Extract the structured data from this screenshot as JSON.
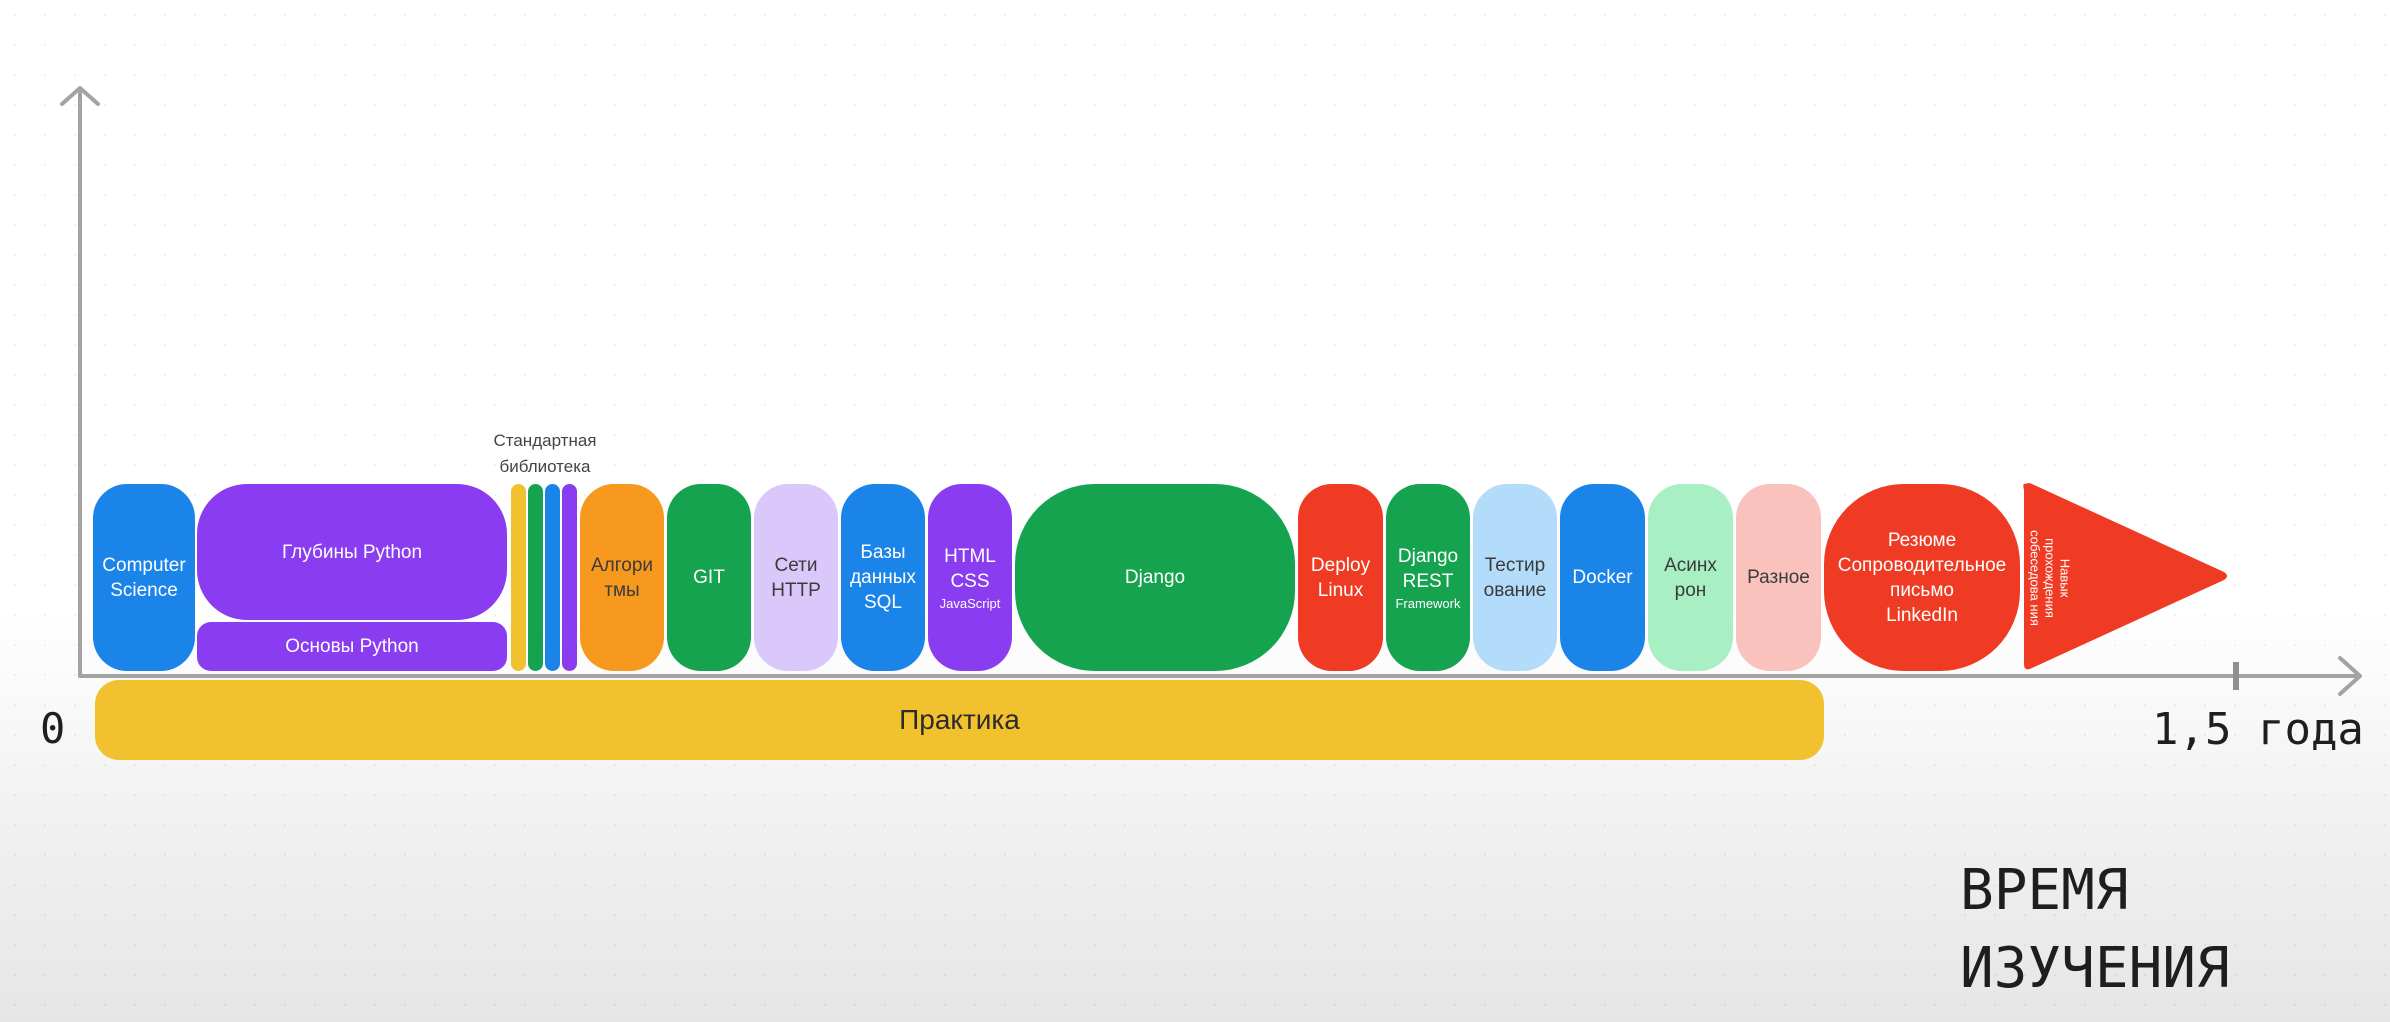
{
  "axis": {
    "origin_label": "0",
    "end_label": "1,5 года",
    "title_line1": "ВРЕМЯ",
    "title_line2": "ИЗУЧЕНИЯ"
  },
  "practice_label": "Практика",
  "stdlib_label_line1": "Стандартная",
  "stdlib_label_line2": "библиотека",
  "blocks": {
    "computer_science": {
      "line1": "Computer",
      "line2": "Science",
      "color": "#1a84e8"
    },
    "python_depths": {
      "line1": "Глубины Python",
      "color": "#8a3cf0"
    },
    "python_basics": {
      "line1": "Основы Python",
      "color": "#8a3cf0"
    },
    "algorithms": {
      "line1": "Алгори",
      "line2": "тмы",
      "color": "#f7991f"
    },
    "git": {
      "line1": "GIT",
      "color": "#16a350"
    },
    "network": {
      "line1": "Сети",
      "line2": "HTTP",
      "color": "#d9c8f9"
    },
    "databases": {
      "line1": "Базы",
      "line2": "данных",
      "line3": "SQL",
      "color": "#1a84e8"
    },
    "frontend": {
      "line1": "HTML",
      "line2": "CSS",
      "sub": "JavaScript",
      "color": "#8a3cf0"
    },
    "django": {
      "line1": "Django",
      "color": "#16a350"
    },
    "deploy": {
      "line1": "Deploy",
      "line2": "Linux",
      "color": "#ef3b24"
    },
    "drf": {
      "line1": "Django",
      "line2": "REST",
      "sub": "Framework",
      "color": "#16a350"
    },
    "testing": {
      "line1": "Тестир",
      "line2": "ование",
      "color": "#b3dcfb"
    },
    "docker": {
      "line1": "Docker",
      "color": "#1a84e8"
    },
    "async": {
      "line1": "Асинх",
      "line2": "рон",
      "color": "#a9efc4"
    },
    "misc": {
      "line1": "Разное",
      "color": "#f9c2bd"
    },
    "resume": {
      "line1": "Резюме",
      "line2": "Сопроводительное",
      "line3": "письмо",
      "line4": "LinkedIn",
      "color": "#ef3b24"
    },
    "interview": {
      "line1": "Навык",
      "line2": "прохождения",
      "line3": "собеседова",
      "line4": "ния",
      "color": "#ef3b24"
    }
  },
  "stdlib_stripes": [
    "#f2c12e",
    "#16a350",
    "#1a84e8",
    "#8a3cf0",
    "#c9b8f7"
  ]
}
